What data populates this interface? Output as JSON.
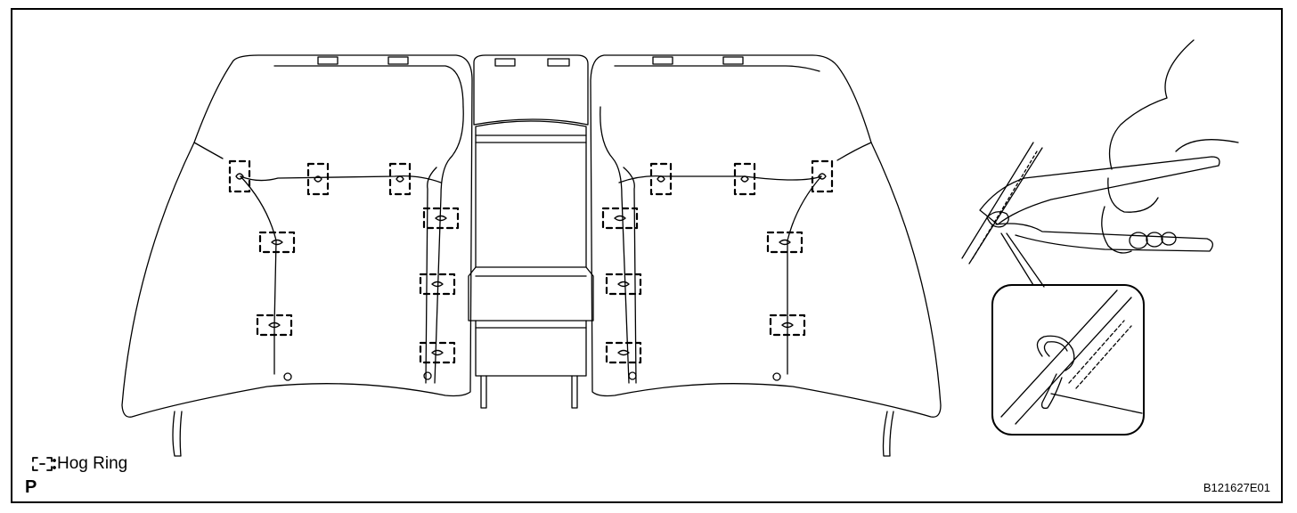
{
  "legend": {
    "icon": "hog-ring-symbol-icon",
    "label": "Hog Ring"
  },
  "view_letter": "P",
  "figure_code": "B121627E01",
  "colors": {
    "line": "#000000",
    "background": "#ffffff"
  }
}
